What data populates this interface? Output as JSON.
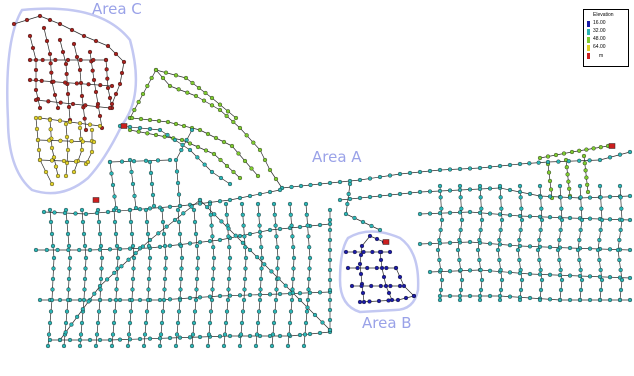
{
  "map": {
    "areas": [
      {
        "id": "A",
        "label": "Area A"
      },
      {
        "id": "B",
        "label": "Area B"
      },
      {
        "id": "C",
        "label": "Area C"
      }
    ],
    "legend": {
      "title": "Elevation",
      "entries": [
        {
          "label": "16.00",
          "color": "#1a1aa8"
        },
        {
          "label": "32.00",
          "color": "#2ab5b5"
        },
        {
          "label": "48.00",
          "color": "#7ecb2f"
        },
        {
          "label": "64.00",
          "color": "#e0d12a"
        },
        {
          "label": "",
          "color": "#cc1f1f"
        }
      ],
      "unit": "m"
    },
    "colors": {
      "area_outline": "#c3c8f2",
      "pipe": "#2a2a2a",
      "elev_low": "#1a1aa8",
      "elev_mid": "#2ab5b5",
      "elev_green": "#7ecb2f",
      "elev_yellow": "#e0d12a",
      "elev_high": "#a8201c",
      "tank": "#cc1f1f"
    }
  }
}
